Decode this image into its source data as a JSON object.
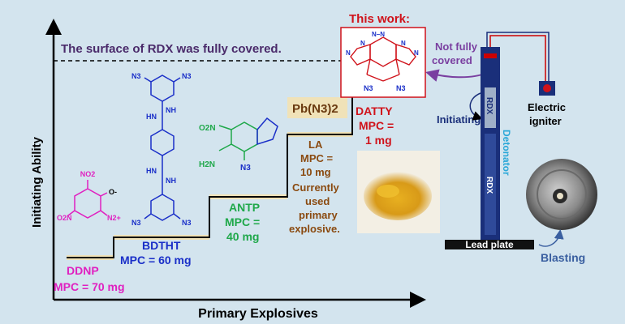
{
  "axes": {
    "y_label": "Initiating Ability",
    "x_label": "Primary Explosives"
  },
  "banner": "The surface of RDX was fully covered.",
  "this_work": "This work:",
  "compounds": [
    {
      "name": "DDNP",
      "mpc": "MPC = 70 mg",
      "color": "#e020c0"
    },
    {
      "name": "BDTHT",
      "mpc": "MPC = 60 mg",
      "color": "#1a2fc8"
    },
    {
      "name": "ANTP",
      "mpc": "MPC =",
      "mpc2": "40 mg",
      "color": "#1fa84a"
    },
    {
      "name": "LA",
      "formula": "Pb(N3)2",
      "mpc": "MPC =",
      "mpc2": "10 mg",
      "note": [
        "Currently",
        "used",
        "primary",
        "explosive."
      ],
      "color": "#8a4a10"
    },
    {
      "name": "DATTY",
      "mpc": "MPC =",
      "mpc2": "1 mg",
      "color": "#d0121a"
    }
  ],
  "detonator": {
    "label": "Detonator",
    "rdx_top": "RDX",
    "rdx_main": "RDX",
    "not_fully_covered": [
      "Not fully",
      "covered"
    ],
    "initiating": "Initiating",
    "igniter": [
      "Electric",
      "igniter"
    ],
    "lead_plate": "Lead plate",
    "blasting": "Blasting"
  },
  "colors": {
    "background": "#d3e4ee",
    "step": "#f0e2b8",
    "arrow": "#7a3fa0",
    "tube": "#1a2f7a"
  },
  "chem_labels": {
    "bdtht_sub": [
      "N3",
      "N3",
      "HN",
      "NH",
      "HN",
      "NH",
      "N3",
      "N3"
    ],
    "ddnp_sub": [
      "NO2",
      "O-",
      "O2N",
      "N2+"
    ],
    "antp_sub": [
      "O2N",
      "H2N",
      "N3"
    ],
    "datty_sub": [
      "N3",
      "N3"
    ]
  }
}
